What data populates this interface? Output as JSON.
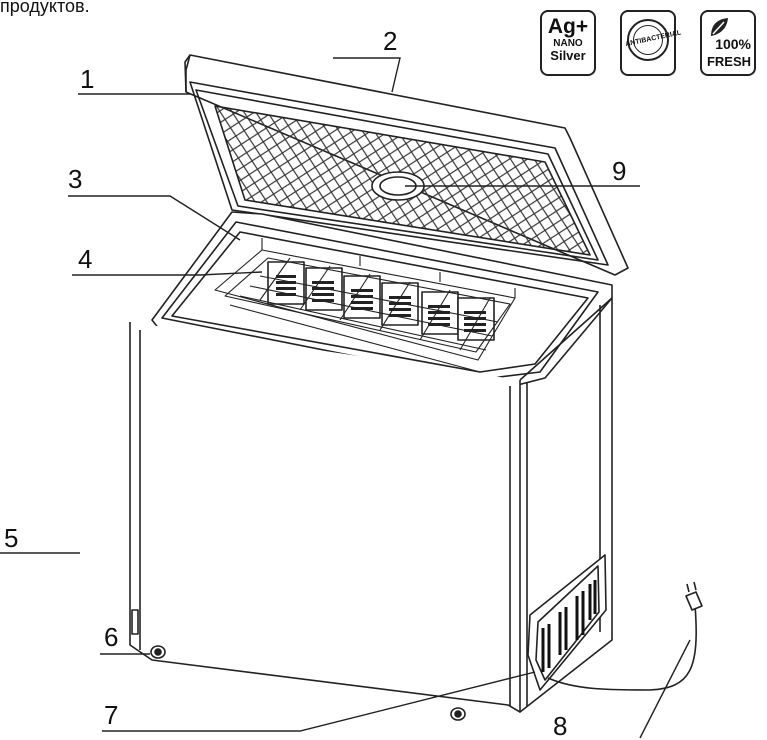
{
  "caption": "продуктов.",
  "callouts": [
    "1",
    "2",
    "3",
    "4",
    "5",
    "6",
    "7",
    "8",
    "9"
  ],
  "badges": {
    "ag": {
      "main": "Ag+",
      "line1": "NANO",
      "line2": "Silver"
    },
    "antibacterial": {
      "text": "ANTIBACTERIAL"
    },
    "fresh": {
      "percent": "100%",
      "text": "FRESH"
    }
  },
  "colors": {
    "line": "#222222",
    "background": "#ffffff"
  }
}
